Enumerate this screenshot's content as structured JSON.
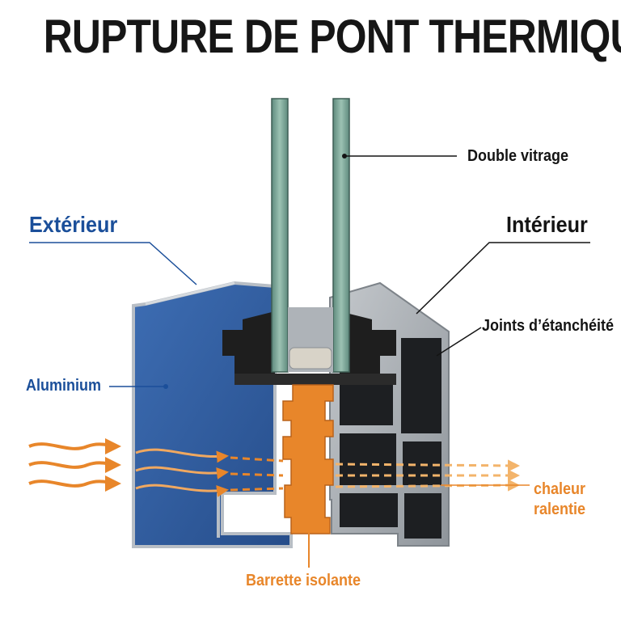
{
  "title": "RUPTURE DE PONT THERMIQUE",
  "labels": {
    "glazing": "Double vitrage",
    "exterior": "Extérieur",
    "interior": "Intérieur",
    "seals": "Joints d’étanchéité",
    "aluminium": "Aluminium",
    "heat_line1": "chaleur",
    "heat_line2": "ralentie",
    "insulating_bar": "Barrette isolante"
  },
  "colors": {
    "exterior_aluminium": "#2f5a9c",
    "frame_grey": "#a8adb3",
    "gasket_black": "#1e1e1e",
    "glass_green": "#6f9b8d",
    "insulating_bar": "#e8862a",
    "text_blue": "#1b4f9a",
    "text_dark": "#141414"
  }
}
